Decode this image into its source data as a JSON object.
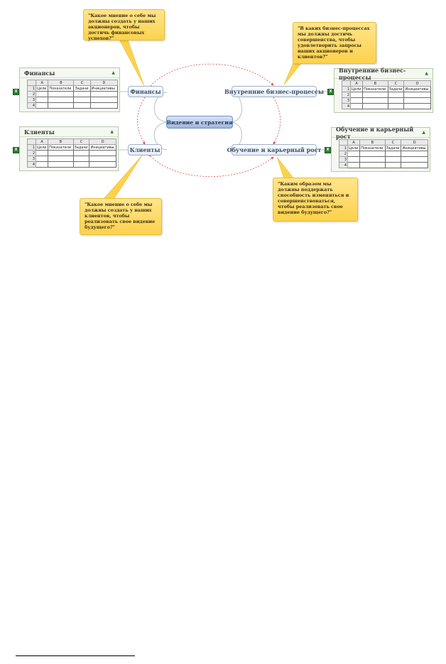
{
  "center": "Видение и стратегия",
  "nodes": {
    "finance": "Финансы",
    "internal": "Внутренние бизнес-процессы",
    "clients": "Клиенты",
    "learning": "Обучение и карьерный рост"
  },
  "bubbles": {
    "finance": "\"Какое мнение о себе мы должны создать у наших акционеров, чтобы достичь финансовых успехов?\"",
    "internal": "\"В каких бизнес-процессах мы должны достичь совершенства, чтобы удовлетворить запросы наших акционеров и клиентов?\"",
    "clients": "\"Какое мнение о себе мы должны создать у наших клиентов, чтобы реализовать свое видение будущего?\"",
    "learning": "\"Каким образом мы должны поддержать способность изменяться и совершенствоваться, чтобы реализовать свое видение будущего?\""
  },
  "panels": {
    "finance": "Финансы",
    "internal": "Внутренние бизнес-процессы",
    "clients": "Клиенты",
    "learning": "Обучение и карьерный рост"
  },
  "sheet": {
    "columns": [
      "A",
      "B",
      "C",
      "D"
    ],
    "rows": [
      "1",
      "2",
      "3",
      "4"
    ],
    "headers": [
      "Цели",
      "Показатели",
      "Задачи",
      "Инициативы"
    ]
  },
  "icons": {
    "excel": "excel-icon",
    "collapse": "collapse-arrow-icon",
    "collapse_glyph": "▲",
    "excel_glyph": "X"
  },
  "colors": {
    "bubble": "#fcd24d",
    "node_border": "#9fb0c8",
    "center_fill": "#9db5dc",
    "connector_dashed": "#d94a4a",
    "panel_border": "#b9c9a8"
  }
}
